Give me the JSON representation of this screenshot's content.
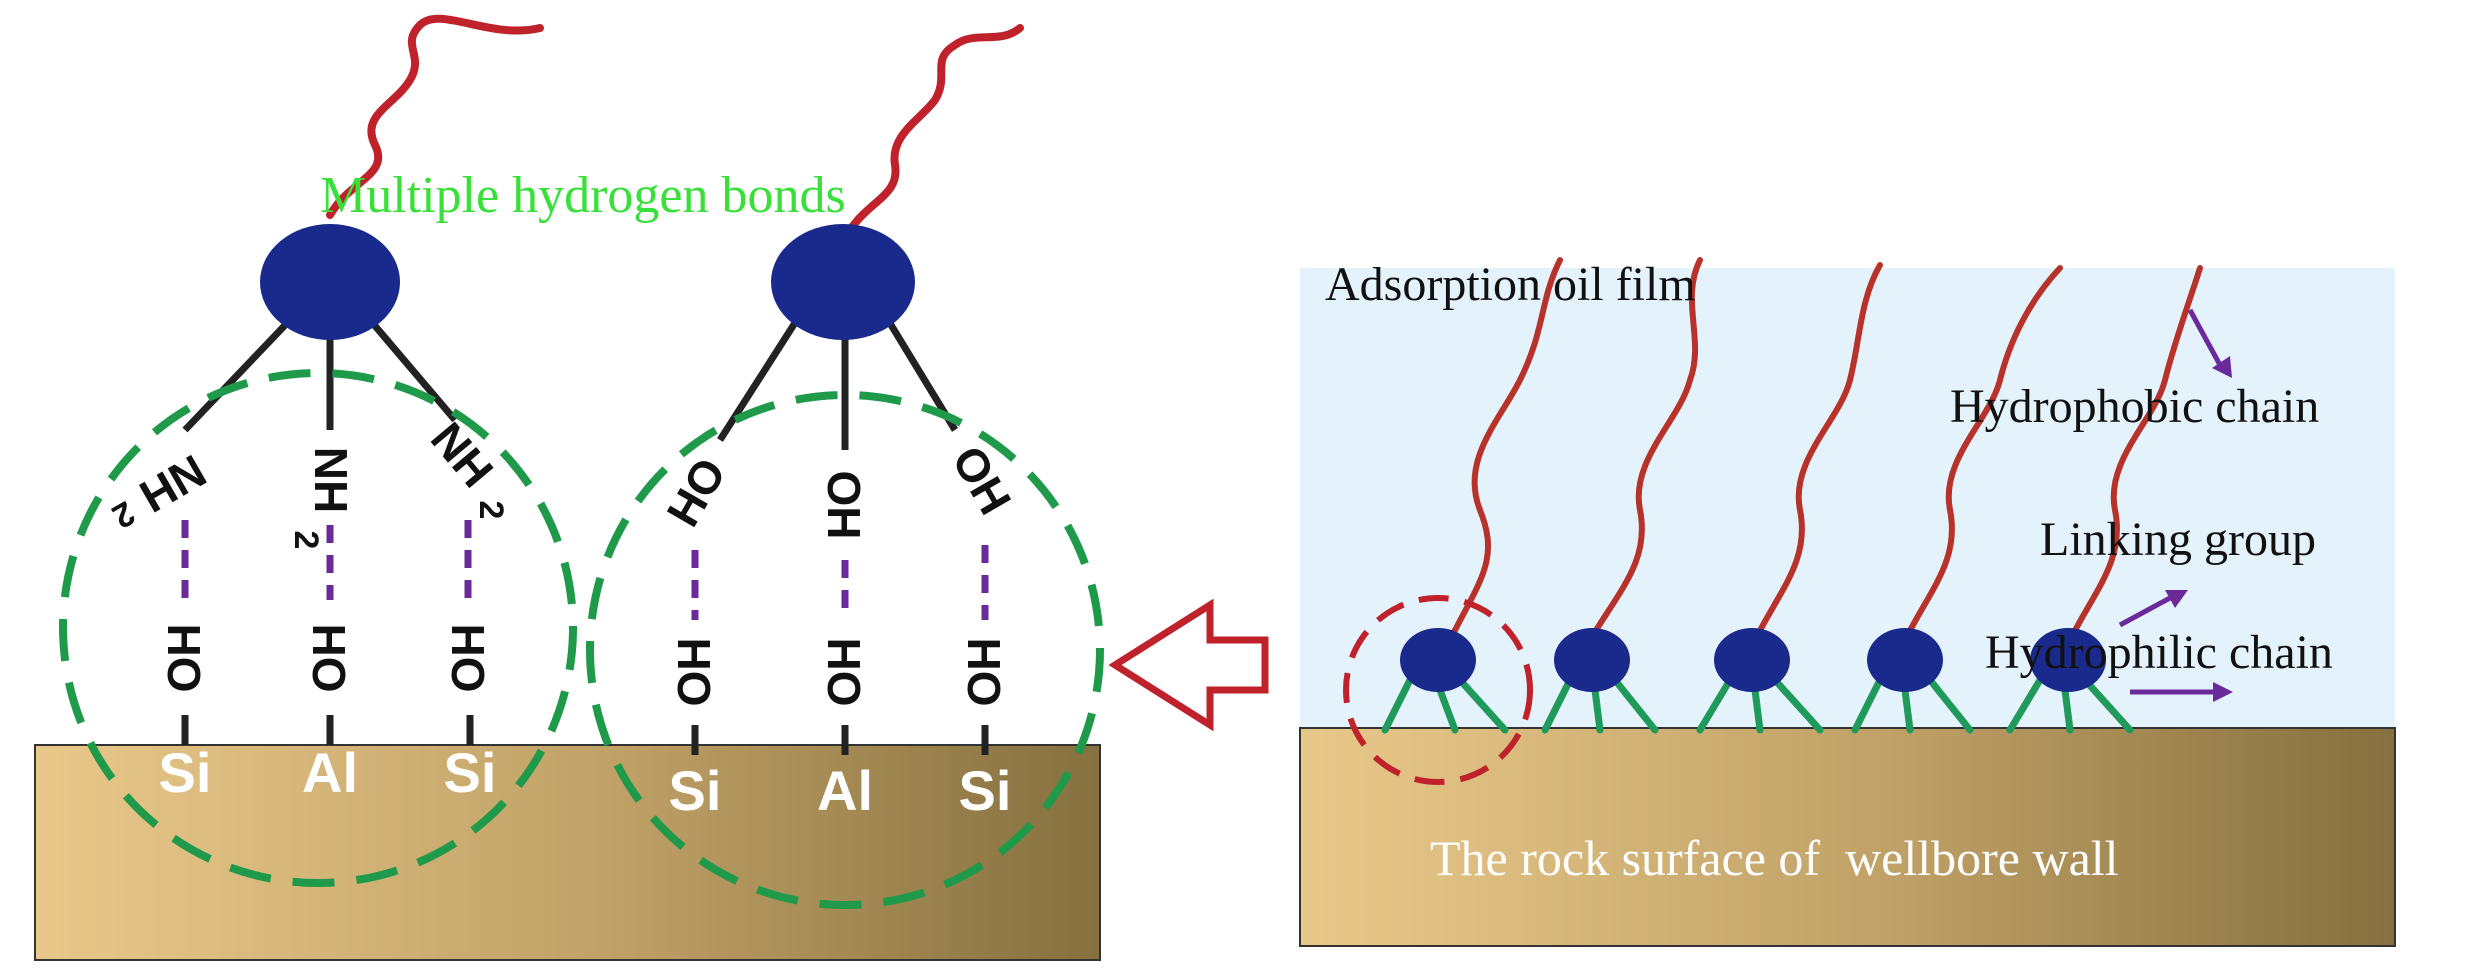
{
  "colors": {
    "rock_light": "#e8c98a",
    "rock_dark": "#8b7442",
    "film_blue": "#e4f2fb",
    "head_blue": "#1a2a8c",
    "tail_red": "#c0222b",
    "link_green": "#1f9a5a",
    "circle_green": "#1f9a4a",
    "hbond_purple": "#6a2a9a",
    "label_green": "#39e03a",
    "arrow_purple": "#6a2a9a",
    "arrow_red": "#c0222b"
  },
  "left": {
    "title": "Multiple hydrogen bonds",
    "group1": {
      "functional_labels": [
        "NH",
        "2",
        "NH",
        "2",
        "NH",
        "2"
      ],
      "surface_groups": [
        "HO",
        "HO",
        "HO"
      ],
      "atoms": [
        "Si",
        "Al",
        "Si"
      ]
    },
    "group2": {
      "functional_labels": [
        "HO",
        "OH",
        "OH"
      ],
      "surface_groups": [
        "HO",
        "HO",
        "HO"
      ],
      "atoms": [
        "Si",
        "Al",
        "Si"
      ]
    }
  },
  "right": {
    "film_label": "Adsorption oil film",
    "hydrophobic_label": "Hydrophobic chain",
    "linking_label": "Linking group",
    "hydrophilic_label": "Hydrophilic chain",
    "rock_label": "The rock surface of  wellbore wall"
  }
}
